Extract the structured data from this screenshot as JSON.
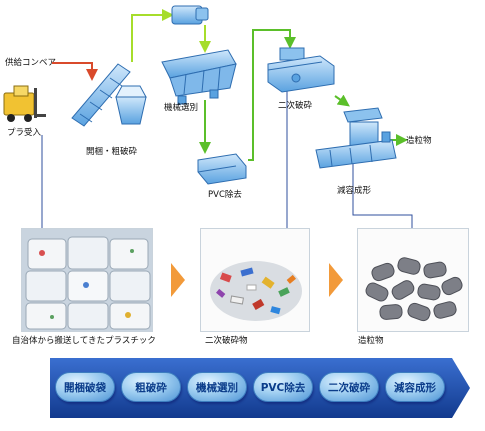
{
  "labels": {
    "conveyor": "供給コンベア",
    "plastic_receiving": "プラ受入",
    "unbale_crush": "開梱・粗破砕",
    "mechanical_sort": "機械選別",
    "pvc_removal": "PVC除去",
    "secondary_crush": "二次破砕",
    "pellets_out": "造粒物",
    "volume_reduction": "減容成形"
  },
  "photos": {
    "bales_caption": "自治体から搬送してきたプラスチック",
    "crushed_caption": "二次破砕物",
    "pellets_caption": "造粒物"
  },
  "steps": [
    "開梱破袋",
    "粗破砕",
    "機械選別",
    "PVC除去",
    "二次破砕",
    "減容成形"
  ],
  "colors": {
    "machine": "#3f8fd6",
    "machine_light": "#a9d2f5",
    "arrow_red": "#d94a2b",
    "arrow_green": "#5bbf2a",
    "arrow_lime": "#a6dd2b",
    "connector": "#2f4f9e",
    "band": "#1f4aa8",
    "orange_chevron": "#f29a3a"
  }
}
